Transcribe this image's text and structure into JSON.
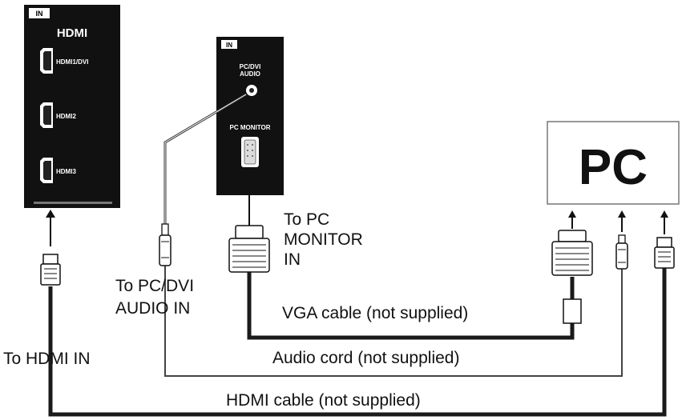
{
  "tv_hdmi_panel": {
    "tag": "IN",
    "logo": "HDMI",
    "ports": [
      "HDMI1/DVI",
      "HDMI2",
      "HDMI3"
    ]
  },
  "tv_pc_panel": {
    "tag": "IN",
    "audio_label_line1": "PC/DVI",
    "audio_label_line2": "AUDIO",
    "monitor_label": "PC MONITOR"
  },
  "pc_box": {
    "label": "PC"
  },
  "labels": {
    "to_pc_monitor": [
      "To PC",
      "MONITOR",
      "IN"
    ],
    "to_pc_dvi_audio": [
      "To PC/DVI",
      "AUDIO IN"
    ],
    "to_hdmi_in": "To HDMI IN",
    "vga_cable": "VGA cable (not supplied)",
    "audio_cord": "Audio cord (not supplied)",
    "hdmi_cable": "HDMI cable (not supplied)"
  },
  "colors": {
    "panel": "#111111",
    "cable": "#1a1a1a",
    "thin_line": "#444444"
  }
}
